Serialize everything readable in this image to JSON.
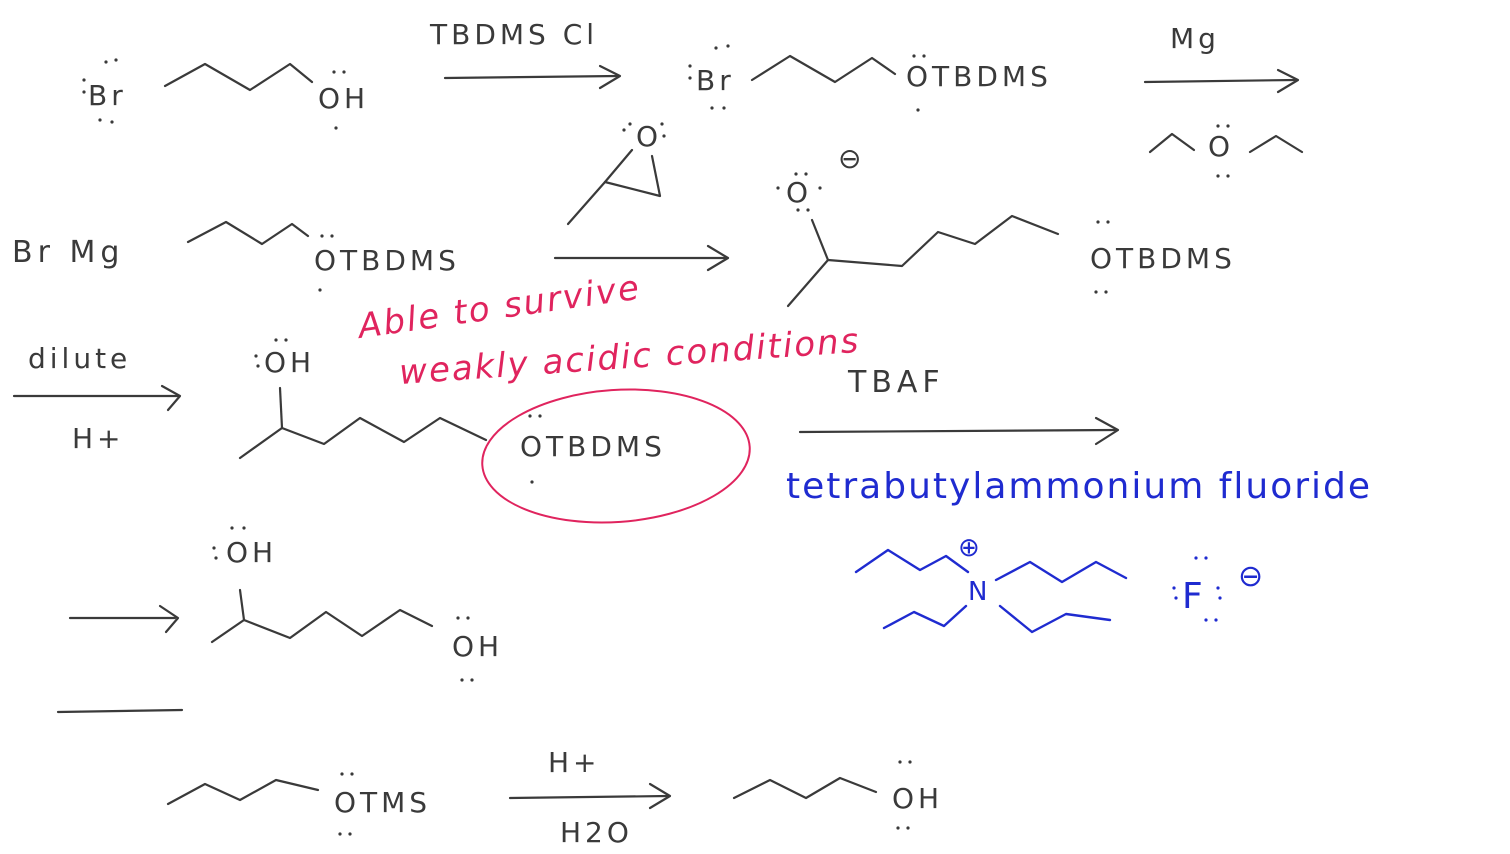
{
  "colors": {
    "ink": "#3a3a3a",
    "red": "#e0245e",
    "blue": "#1f2bd0"
  },
  "row1": {
    "reactant_br": "Br",
    "reactant_oh": "OH",
    "reagent1": "TBDMS Cl",
    "product_br": "Br",
    "product_otbdms": "OTBDMS",
    "reagent2": "Mg",
    "solvent_o": "O"
  },
  "row2": {
    "grignard_label": "Br Mg",
    "grignard_otbdms": "OTBDMS",
    "epoxide_o": "O",
    "alkoxide_o": "O",
    "alkoxide_charge": "⊖",
    "product_otbdms": "OTBDMS"
  },
  "row3": {
    "reagent_top": "dilute",
    "reagent_bottom": "H+",
    "alcohol_oh": "OH",
    "protected_group": "OTBDMS",
    "annotation_line1": "Able to survive",
    "annotation_line2": "weakly acidic conditions",
    "reagent_tbaf": "TBAF",
    "tbaf_name": "tetrabutylammonium fluoride"
  },
  "row4": {
    "diol_oh_top": "OH",
    "diol_oh_end": "OH",
    "ammonium_n": "N",
    "ammonium_charge": "⊕",
    "fluoride": "F",
    "fluoride_charge": "⊖"
  },
  "row5": {
    "reactant_otms": "OTMS",
    "reagent_top": "H+",
    "reagent_bottom": "H2O",
    "product_oh": "OH"
  }
}
